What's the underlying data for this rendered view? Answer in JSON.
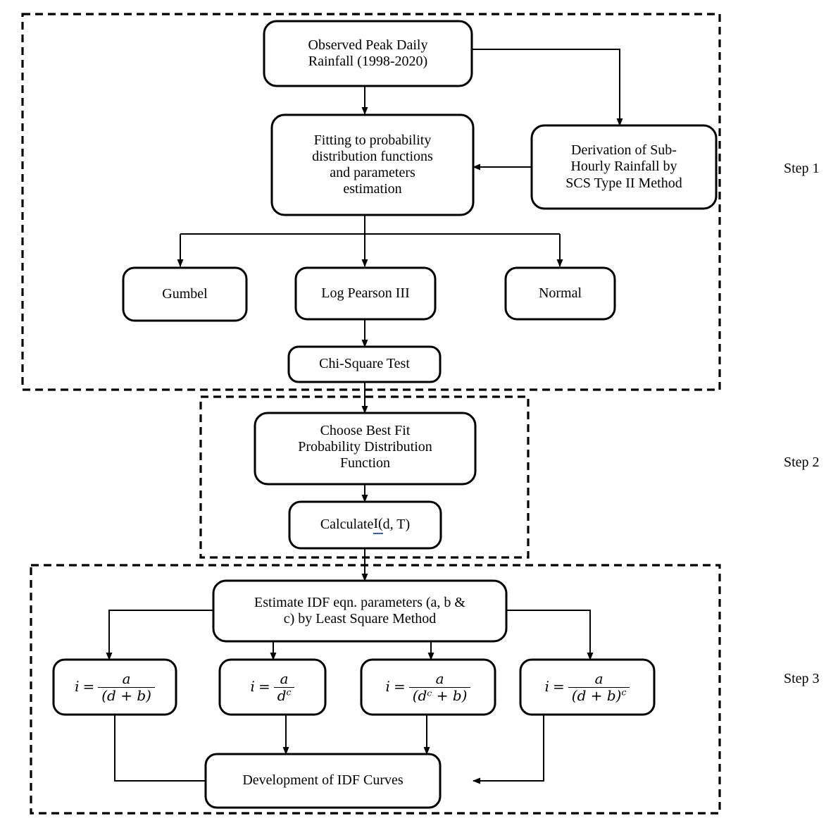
{
  "diagram": {
    "title": "IDF Curve Development Methodology Flowchart",
    "colors": {
      "box_stroke": "#000000",
      "box_fill": "#ffffff",
      "connector": "#000000",
      "spellcheck_underline": "#2f5fc4"
    },
    "steps": [
      {
        "id": "step-1",
        "label": "Step 1"
      },
      {
        "id": "step-2",
        "label": "Step 2"
      },
      {
        "id": "step-3",
        "label": "Step 3"
      }
    ],
    "nodes": {
      "observed_rainfall": "Observed Peak Daily\nRainfall (1998-2020)",
      "fitting": "Fitting to probability\ndistribution functions\nand parameters\nestimation",
      "derivation": "Derivation of Sub-\nHourly Rainfall by\nSCS Type II Method",
      "gumbel": "Gumbel",
      "log_pearson": "Log Pearson III",
      "normal": "Normal",
      "chi_square": "Chi-Square Test",
      "best_fit": "Choose Best Fit\nProbability Distribution\nFunction",
      "calculate_i_prefix": "Calculate ",
      "calculate_i_flagged": "I(",
      "calculate_i_suffix": "d, T)",
      "estimate_params": "Estimate IDF eqn. parameters (a, b &\nc) by Least Square Method",
      "development": "Development of IDF Curves"
    },
    "equations": [
      {
        "id": "eq-1",
        "lhs": "i",
        "eq": "=",
        "numerator": "a",
        "denominator": "(d + b)",
        "denominator_exponent": ""
      },
      {
        "id": "eq-2",
        "lhs": "i",
        "eq": "=",
        "numerator": "a",
        "denominator": "d",
        "denominator_exponent": "c"
      },
      {
        "id": "eq-3",
        "lhs": "i",
        "eq": "=",
        "numerator": "a",
        "denominator": "(dᶜ + b)",
        "denominator_exponent": ""
      },
      {
        "id": "eq-4",
        "lhs": "i",
        "eq": "=",
        "numerator": "a",
        "denominator": "(d + b)",
        "denominator_exponent": "c"
      }
    ]
  }
}
